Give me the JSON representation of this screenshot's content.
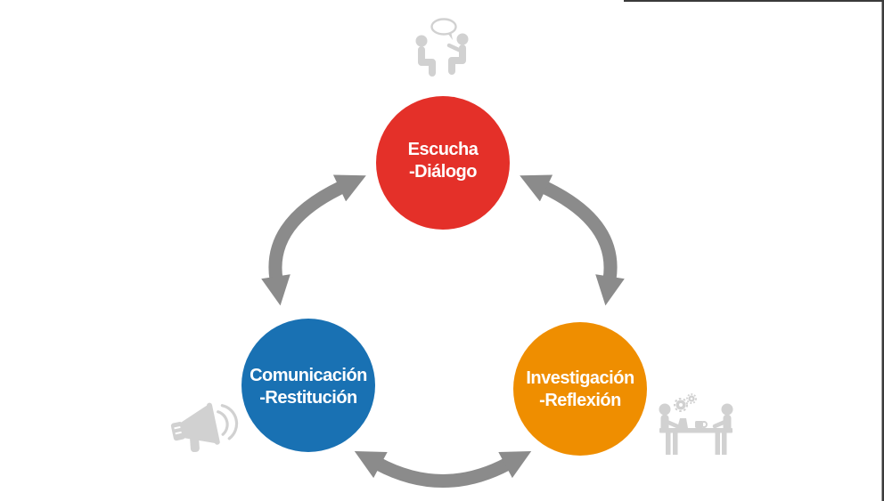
{
  "diagram": {
    "nodes": {
      "escucha": {
        "line1": "Escucha",
        "line2": "-Diálogo"
      },
      "comunicacion": {
        "line1": "Comunicación",
        "line2": "-Restitución"
      },
      "investigacion": {
        "line1": "Investigación",
        "line2": "-Reflexión"
      }
    }
  },
  "colors": {
    "background": "#FFFFFF",
    "node_escucha": "#E43029",
    "node_comunicacion": "#1971B3",
    "node_investigacion": "#EF8E00",
    "arrow_gray": "#8B8B8B",
    "icon_gray": "#D1D1D1",
    "edge_line": "#3A3A3A"
  },
  "icons": {
    "dialogue": "two-people-conversation-speech-bubble-icon",
    "megaphone": "megaphone-broadcast-icon",
    "teamwork": "two-people-meeting-table-with-gears-icon"
  }
}
